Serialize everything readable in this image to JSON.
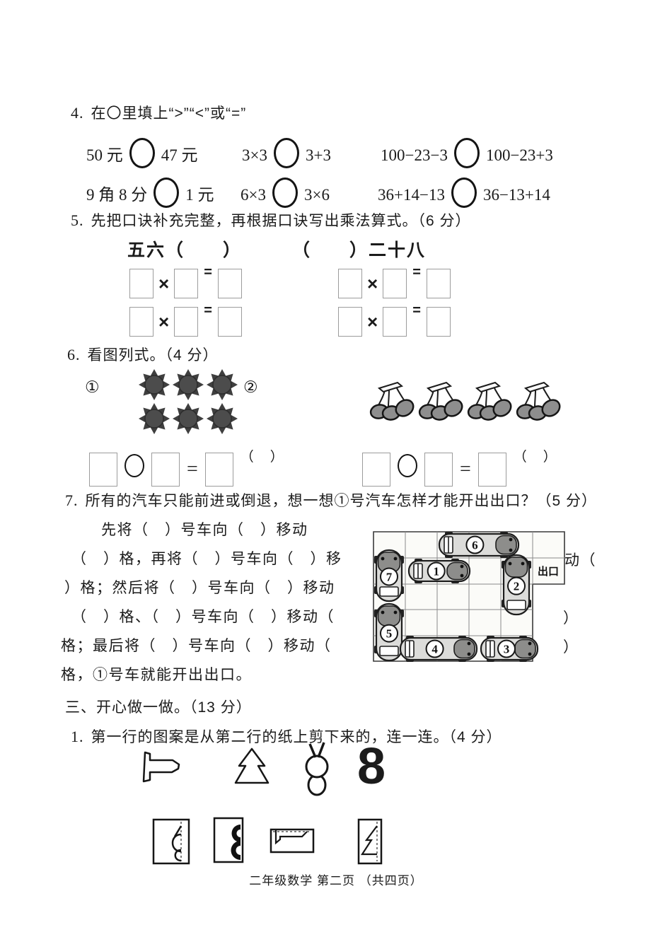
{
  "q4": {
    "num": "4.",
    "title": "在〇里填上“>”“<”或“=”",
    "items": [
      {
        "left": "50 元",
        "right": "47 元"
      },
      {
        "left": "3×3",
        "right": "3+3"
      },
      {
        "left": "100−23−3",
        "right": "100−23+3"
      },
      {
        "left": "9 角 8 分",
        "right": "1 元"
      },
      {
        "left": "6×3",
        "right": "3×6"
      },
      {
        "left": "36+14−13",
        "right": "36−13+14"
      }
    ]
  },
  "q5": {
    "num": "5.",
    "title": "先把口诀补充完整，再根据口诀写出乘法算式。（6 分）",
    "hint_left": "五六（　　）",
    "hint_right": "（　　）二十八",
    "times": "×",
    "equals": "="
  },
  "q6": {
    "num": "6.",
    "title": "看图列式。（4 分）",
    "label1": "①",
    "label2": "②",
    "equals": "=",
    "paren": "（　）",
    "sun_count": 6,
    "cherry_bunch_count": 4,
    "cherries_per_bunch": 3
  },
  "q7": {
    "num": "7.",
    "title": "所有的汽车只能前进或倒退，想一想①号汽车怎样才能开出出口？（5 分）",
    "lines": [
      "先将（　）号车向（　）移动",
      "（　）格，再将（　）号车向（　）移",
      "动（",
      "）格；然后将（　）号车向（　）移动",
      "（　）格、（　）号车向（　）移动（",
      "）",
      "格；最后将（　）号车向（　）移动（",
      "）",
      "格，①号车就能开出出口。"
    ],
    "diagram": {
      "exit": "出口",
      "car_labels": [
        "1",
        "2",
        "3",
        "4",
        "5",
        "6",
        "7"
      ]
    }
  },
  "s3": {
    "heading": "三、开心做一做。（13 分）",
    "q1num": "1.",
    "q1title": "第一行的图案是从第二行的纸上剪下来的，连一连。（4 分）",
    "eight": "8"
  },
  "footer": "二年级数学 第二页 （共四页）"
}
